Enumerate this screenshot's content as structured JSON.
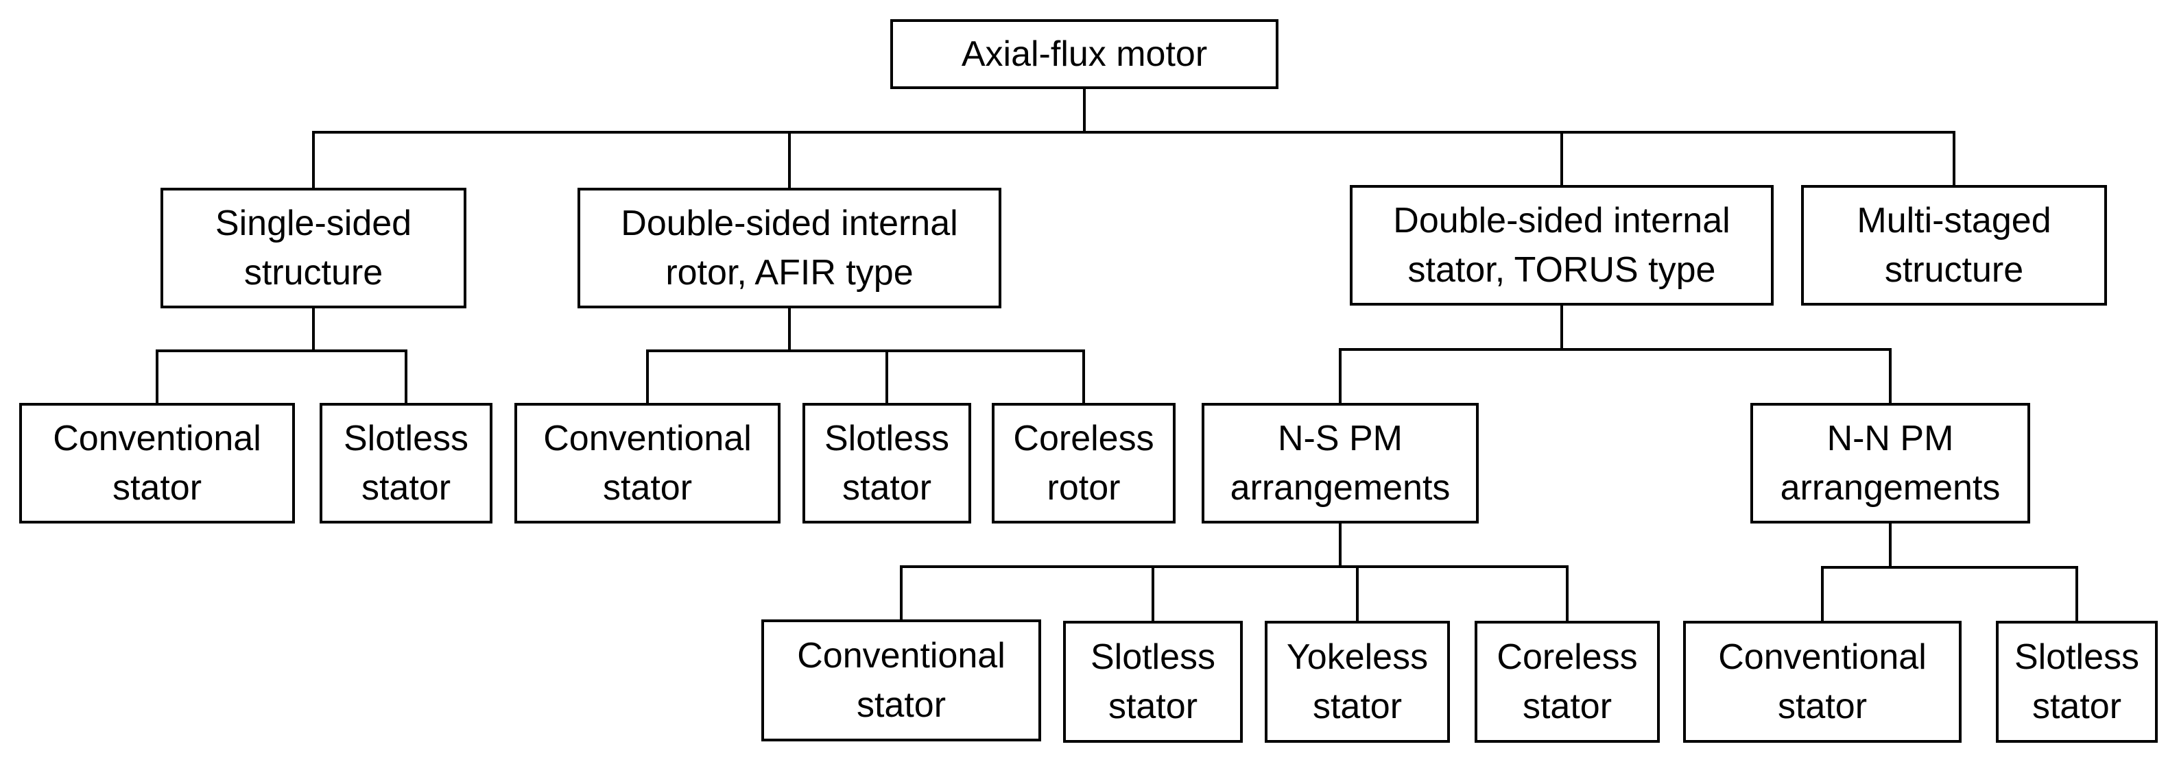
{
  "diagram": {
    "nodes": {
      "root": "Axial-flux motor",
      "single_sided": "Single-sided\nstructure",
      "afir": "Double-sided internal\nrotor, AFIR type",
      "torus": "Double-sided internal\nstator, TORUS type",
      "multi": "Multi-staged\nstructure",
      "ss_conventional": "Conventional\nstator",
      "ss_slotless": "Slotless\nstator",
      "afir_conventional": "Conventional\nstator",
      "afir_slotless": "Slotless\nstator",
      "afir_coreless": "Coreless\nrotor",
      "ns_pm": "N-S PM\narrangements",
      "nn_pm": "N-N PM\narrangements",
      "ns_conventional": "Conventional\nstator",
      "ns_slotless": "Slotless\nstator",
      "ns_yokeless": "Yokeless\nstator",
      "ns_coreless": "Coreless\nstator",
      "nn_conventional": "Conventional\nstator",
      "nn_slotless": "Slotless\nstator"
    },
    "edges": [
      [
        "root",
        "single_sided"
      ],
      [
        "root",
        "afir"
      ],
      [
        "root",
        "torus"
      ],
      [
        "root",
        "multi"
      ],
      [
        "single_sided",
        "ss_conventional"
      ],
      [
        "single_sided",
        "ss_slotless"
      ],
      [
        "afir",
        "afir_conventional"
      ],
      [
        "afir",
        "afir_slotless"
      ],
      [
        "afir",
        "afir_coreless"
      ],
      [
        "torus",
        "ns_pm"
      ],
      [
        "torus",
        "nn_pm"
      ],
      [
        "ns_pm",
        "ns_conventional"
      ],
      [
        "ns_pm",
        "ns_slotless"
      ],
      [
        "ns_pm",
        "ns_yokeless"
      ],
      [
        "ns_pm",
        "ns_coreless"
      ],
      [
        "nn_pm",
        "nn_conventional"
      ],
      [
        "nn_pm",
        "nn_slotless"
      ]
    ]
  }
}
